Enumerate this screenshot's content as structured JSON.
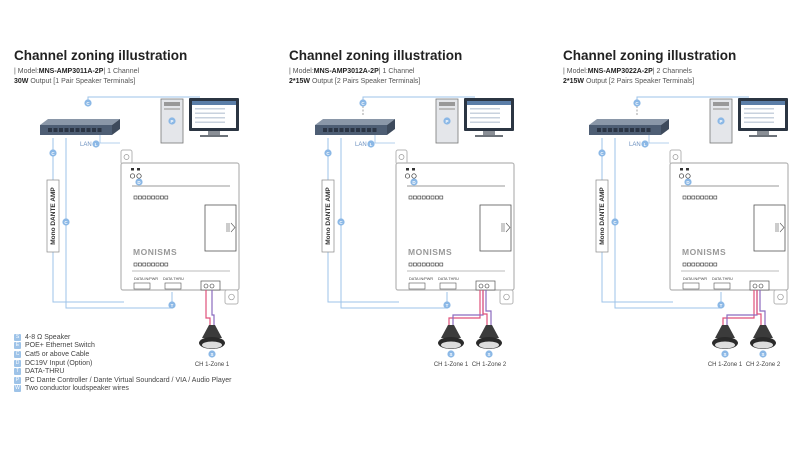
{
  "panels": [
    {
      "title": "Channel zoning illustration",
      "model_prefix": "| Model:",
      "model": "MNS-AMP3011A-2P",
      "model_suffix": "| 1 Channel",
      "output_bold": "30W",
      "output_rest": " Output [1 Pair Speaker Terminals]",
      "lan_label": "LAN",
      "amp_label": "Mono DANTE AMP",
      "brand": "MONISMS",
      "port1": "DATA IN/PWR",
      "port2": "DATA THRU",
      "zones": [
        "CH 1-Zone 1"
      ]
    },
    {
      "title": "Channel zoning illustration",
      "model_prefix": "| Model:",
      "model": "MNS-AMP3012A-2P",
      "model_suffix": "| 1 Channel",
      "output_bold": "2*15W",
      "output_rest": " Output [2 Pairs Speaker Terminals]",
      "lan_label": "LAN",
      "amp_label": "Mono DANTE AMP",
      "brand": "MONISMS",
      "port1": "DATA IN/PWR",
      "port2": "DATA THRU",
      "zones": [
        "CH 1-Zone 1",
        "CH 1-Zone 2"
      ]
    },
    {
      "title": "Channel zoning illustration",
      "model_prefix": "| Model:",
      "model": "MNS-AMP3022A-2P",
      "model_suffix": "| 2 Channels",
      "output_bold": "2*15W",
      "output_rest": " Output [2 Pairs Speaker Terminals]",
      "lan_label": "LAN",
      "amp_label": "Mono DANTE AMP",
      "brand": "MONISMS",
      "port1": "DATA IN/PWR",
      "port2": "DATA THRU",
      "zones": [
        "CH 1-Zone 1",
        "CH 2-Zone 2"
      ]
    }
  ],
  "legend": [
    {
      "key": "S",
      "text": "4-8 Ω Speaker"
    },
    {
      "key": "E",
      "text": "POE+ Ethernet Switch"
    },
    {
      "key": "C",
      "text": "Cat5 or above Cable"
    },
    {
      "key": "D",
      "text": "DC19V Input (Option)"
    },
    {
      "key": "T",
      "text": "DATA-THRU"
    },
    {
      "key": "P",
      "text": "PC    Dante Controller / Dante Virtual Soundcard / VIA / Audio Player"
    },
    {
      "key": "W",
      "text": "Two conductor loudspeaker wires"
    }
  ],
  "colors": {
    "cable_blue": "#9ec3e8",
    "badge_blue": "#8bb8e6",
    "speaker_red": "#e0507a",
    "speaker_purple": "#8b6bbf",
    "device_stroke": "#b5b5b5"
  }
}
